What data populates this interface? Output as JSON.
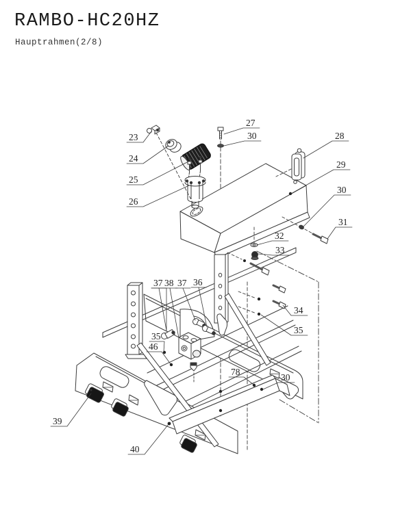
{
  "header": {
    "title": "RAMBO-HC20HZ",
    "subtitle": "Hauptrahmen(2/8)"
  },
  "diagram": {
    "type": "exploded-parts-drawing",
    "line_color": "#3a3a3a",
    "dark_fill": "#1e1e1e",
    "callouts": [
      {
        "ref": "23"
      },
      {
        "ref": "24"
      },
      {
        "ref": "25"
      },
      {
        "ref": "26"
      },
      {
        "ref": "27"
      },
      {
        "ref": "30"
      },
      {
        "ref": "28"
      },
      {
        "ref": "29"
      },
      {
        "ref": "30"
      },
      {
        "ref": "31"
      },
      {
        "ref": "32"
      },
      {
        "ref": "33"
      },
      {
        "ref": "34"
      },
      {
        "ref": "35"
      },
      {
        "ref": "37"
      },
      {
        "ref": "38"
      },
      {
        "ref": "37"
      },
      {
        "ref": "36"
      },
      {
        "ref": "35"
      },
      {
        "ref": "46"
      },
      {
        "ref": "78"
      },
      {
        "ref": "30"
      },
      {
        "ref": "39"
      },
      {
        "ref": "40"
      }
    ]
  }
}
